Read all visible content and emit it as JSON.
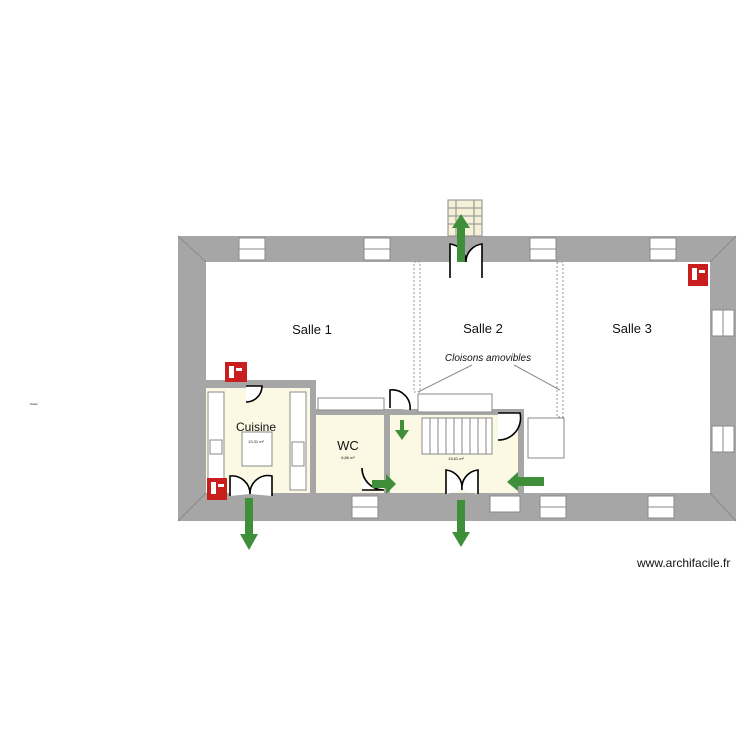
{
  "rooms": {
    "salle1": "Salle 1",
    "salle2": "Salle 2",
    "salle3": "Salle 3",
    "cuisine": "Cuisine",
    "wc": "WC"
  },
  "areas": {
    "cuisine": "13,31 m²",
    "wc": "6,86 m²",
    "hall": "13,61 m²"
  },
  "annotations": {
    "cloisons": "Cloisons amovibles",
    "scale": "Scale"
  },
  "watermark": "www.archifacile.fr",
  "icons": {
    "exit_arrow": "green-exit-arrow-icon",
    "extinguisher": "fire-extinguisher-icon"
  },
  "colors": {
    "wall": "#a6a6a6",
    "floor_hall": "#fbf9e4",
    "exit_green": "#3f8f3a",
    "fire_red": "#c81e1e"
  }
}
